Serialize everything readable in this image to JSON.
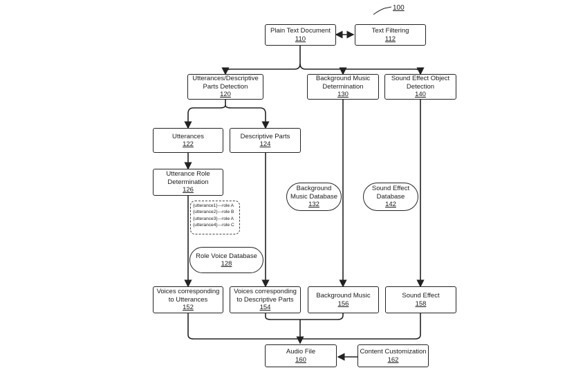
{
  "figure_ref": "100",
  "nodes": {
    "plain_text": {
      "label": "Plain Text Document",
      "ref": "110"
    },
    "text_filtering": {
      "label": "Text Filtering",
      "ref": "112"
    },
    "detection": {
      "label": "Utterances/Descriptive Parts Detection",
      "ref": "120"
    },
    "bg_music_det": {
      "label": "Background Music Determination",
      "ref": "130"
    },
    "sfx_det": {
      "label": "Sound Effect Object Detection",
      "ref": "140"
    },
    "utterances": {
      "label": "Utterances",
      "ref": "122"
    },
    "descriptive": {
      "label": "Descriptive Parts",
      "ref": "124"
    },
    "role_det": {
      "label": "Utterance Role Determination",
      "ref": "126"
    },
    "bg_music_db": {
      "label": "Background Music Database",
      "ref": "132"
    },
    "sfx_db": {
      "label": "Sound Effect Database",
      "ref": "142"
    },
    "role_voice_db": {
      "label": "Role Voice Database",
      "ref": "128"
    },
    "voices_utt": {
      "label": "Voices corresponding to Utterances",
      "ref": "152"
    },
    "voices_desc": {
      "label": "Voices corresponding to Descriptive Parts",
      "ref": "154"
    },
    "bg_music": {
      "label": "Background Music",
      "ref": "156"
    },
    "sfx": {
      "label": "Sound Effect",
      "ref": "158"
    },
    "audio": {
      "label": "Audio File",
      "ref": "160"
    },
    "customization": {
      "label": "Content Customization",
      "ref": "162"
    }
  },
  "role_mapping": [
    "{utterance1}---role  A",
    "{utterance2}---role  B",
    "{utterance3}---role  A",
    "{utterance4}---role  C"
  ]
}
